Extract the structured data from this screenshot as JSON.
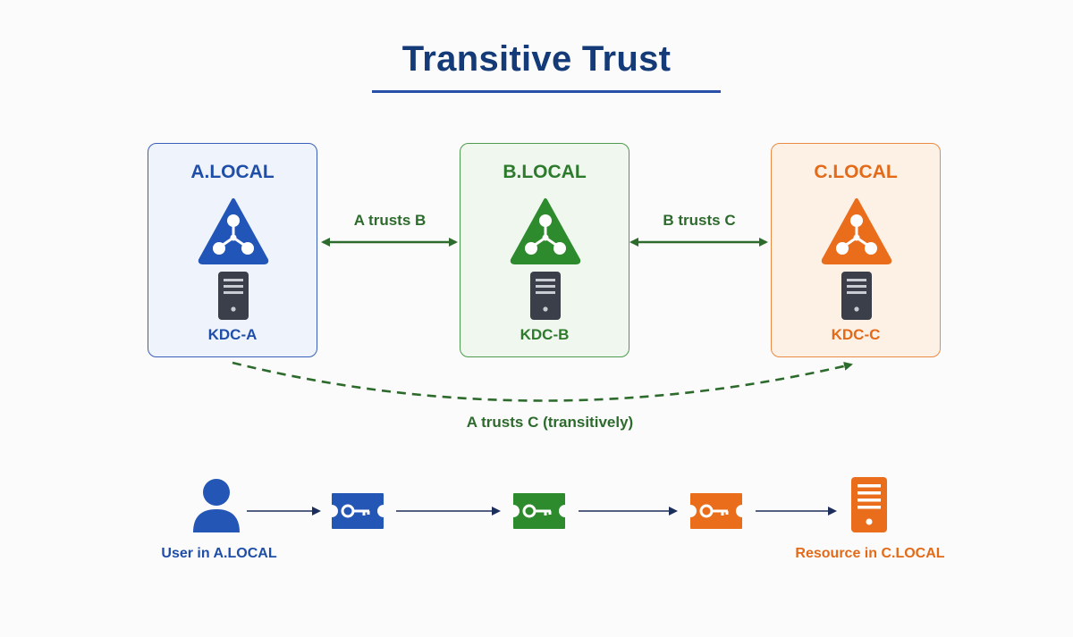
{
  "title": "Transitive Trust",
  "domains": [
    {
      "name": "A.LOCAL",
      "kdc": "KDC-A",
      "color": "#1f4ea8"
    },
    {
      "name": "B.LOCAL",
      "kdc": "KDC-B",
      "color": "#2d7a2d"
    },
    {
      "name": "C.LOCAL",
      "kdc": "KDC-C",
      "color": "#e26a18"
    }
  ],
  "trusts": {
    "a_b": "A trusts B",
    "b_c": "B trusts C",
    "a_c": "A trusts C (transitively)"
  },
  "flow": {
    "user_label": "User in A.LOCAL",
    "resource_label": "Resource in C.LOCAL",
    "icons": [
      "user-icon",
      "ticket-icon",
      "ticket-icon",
      "ticket-icon",
      "server-icon"
    ]
  },
  "colors": {
    "title": "#143a78",
    "trust_arrow": "#2d6b2d",
    "flow_arrow": "#1c2e5a"
  }
}
